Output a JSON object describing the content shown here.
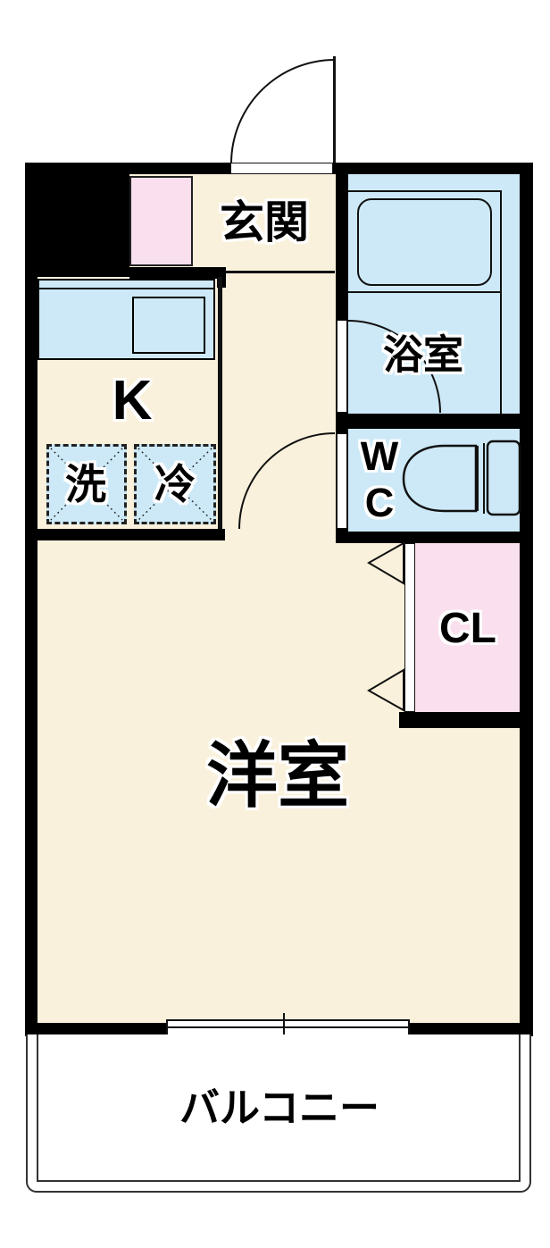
{
  "floorplan": {
    "type": "japanese-apartment-floorplan",
    "rooms": {
      "entrance": {
        "label": "玄関"
      },
      "bathroom": {
        "label": "浴室"
      },
      "kitchen": {
        "label": "K"
      },
      "washer_space": {
        "label": "洗"
      },
      "fridge_space": {
        "label": "冷"
      },
      "toilet": {
        "label_top": "W",
        "label_bottom": "C"
      },
      "closet": {
        "label": "CL"
      },
      "western_room": {
        "label": "洋室"
      },
      "balcony": {
        "label": "バルコニー"
      }
    },
    "colors": {
      "floor_cream": "#faf1dc",
      "wet_area_blue": "#cde9f7",
      "accent_pink": "#fadfee",
      "wall_black": "#000000",
      "balcony_white": "#ffffff"
    }
  }
}
